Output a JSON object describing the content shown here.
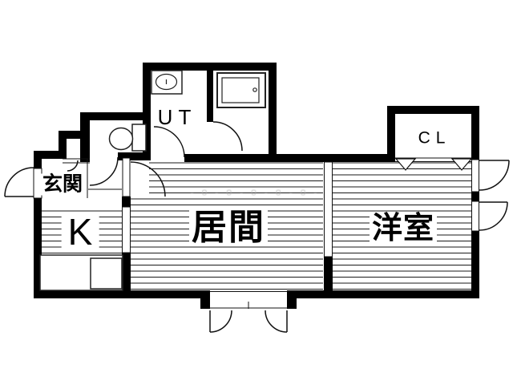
{
  "floorplan": {
    "title": "apartment-floor-plan",
    "colors": {
      "background": "#ffffff",
      "walls": "#000000",
      "lines": "#111111",
      "watermark": "#a9a9a9"
    },
    "rooms": {
      "entrance": {
        "label": "玄関"
      },
      "kitchen": {
        "label": "K"
      },
      "living": {
        "label": "居間"
      },
      "western": {
        "label": "洋室"
      },
      "utility": {
        "label": "UT"
      },
      "closet": {
        "label": "CL"
      }
    },
    "fixtures": [
      "bathtub",
      "utility-sink",
      "toilet",
      "kitchen-counter",
      "kitchen-sink"
    ],
    "watermark": {
      "text": "- o - o - o - o - o -"
    }
  }
}
